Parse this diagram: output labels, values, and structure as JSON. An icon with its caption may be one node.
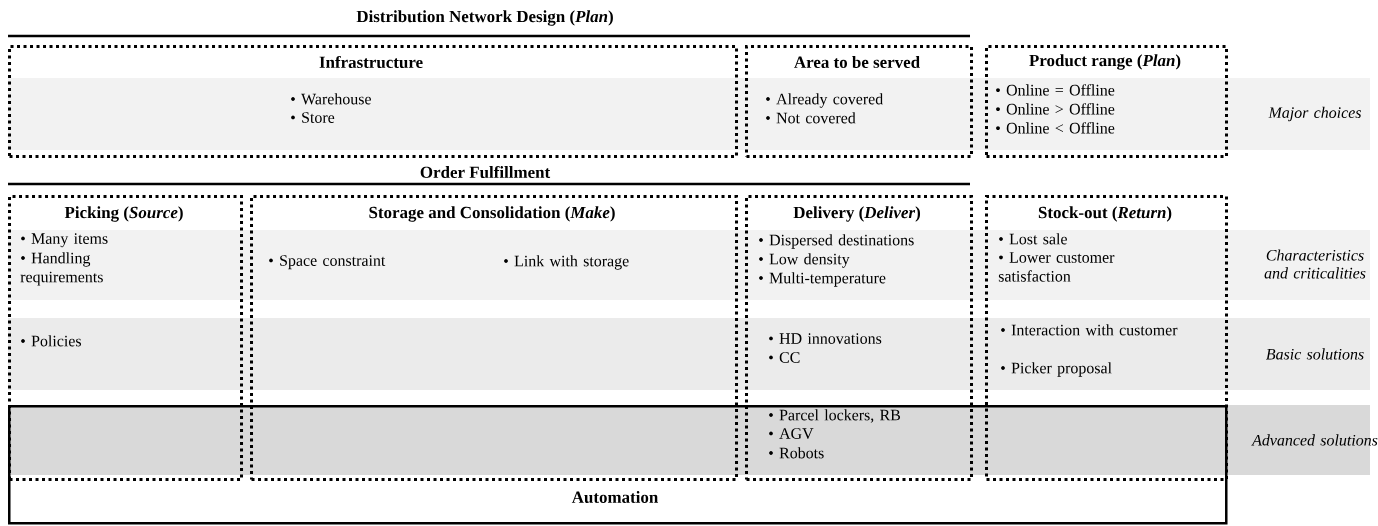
{
  "diagram": {
    "nodes": [
      {
        "text": [
          "Infrastructure",
          "• Warehouse",
          "• Store"
        ]
      },
      {
        "text": [
          "Area to be served",
          "• Already covered",
          "• Not covered"
        ]
      },
      {
        "text": [
          "Product range (*Plan*)",
          "• Online = Offline",
          "• Online > Offline",
          "• Online < Offline"
        ]
      },
      {
        "text": [
          "Picking (*Source*)",
          "• Many items",
          "• Handling requirements",
          "• Policies"
        ]
      },
      {
        "text": [
          "Storage and Consolidation (*Make*)",
          "• Space constraint",
          "• Link with storage"
        ]
      },
      {
        "text": [
          "Delivery (*Deliver*)",
          "• Dispersed destinations",
          "• Low density",
          "• Multi-temperature",
          "• HD innovations",
          "• CC",
          "• Parcel lockers, RB",
          "• AGV",
          "• Robots"
        ]
      },
      {
        "text": [
          "Stock-out (*Return*)",
          "• Lost sale",
          "• Lower customer satisfaction",
          "• Interaction with customer",
          "• Picker proposal"
        ]
      },
      {
        "text": [
          "Automation"
        ]
      }
    ],
    "labels": [
      "Distribution Network Design (*Plan*)",
      "Major choices",
      "Order Fulfillment",
      "Characteristics and criticalities",
      "Basic solutions",
      "Advanced solutions"
    ]
  }
}
